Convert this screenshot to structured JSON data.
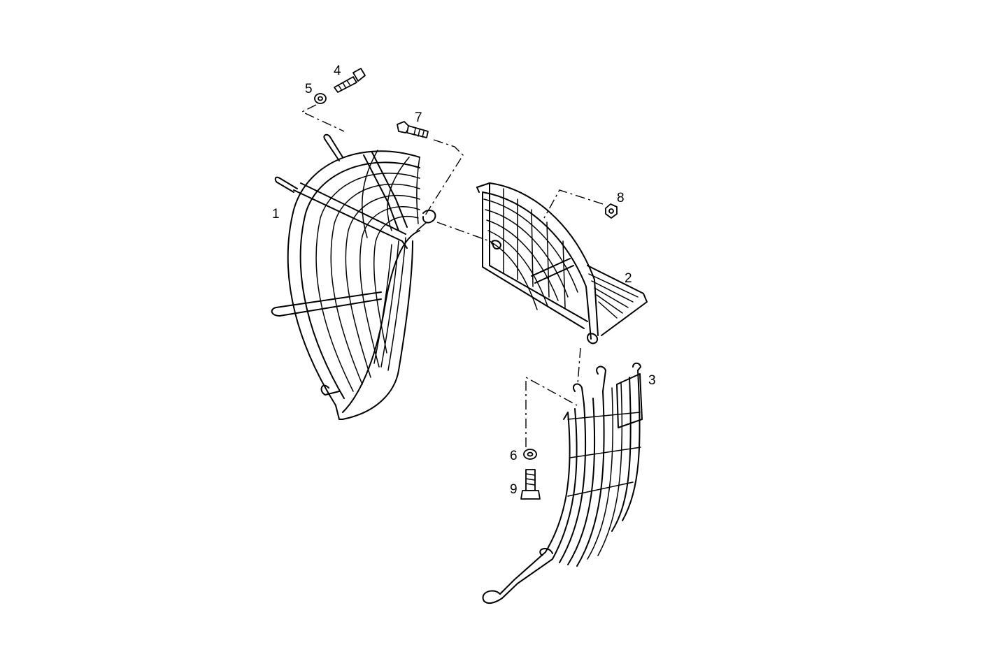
{
  "diagram": {
    "background_color": "#ffffff",
    "line_color": "#000000",
    "callouts": [
      {
        "id": "1",
        "label": "1"
      },
      {
        "id": "2",
        "label": "2"
      },
      {
        "id": "3",
        "label": "3"
      },
      {
        "id": "4",
        "label": "4"
      },
      {
        "id": "5",
        "label": "5"
      },
      {
        "id": "6",
        "label": "6"
      },
      {
        "id": "7",
        "label": "7"
      },
      {
        "id": "8",
        "label": "8"
      },
      {
        "id": "9",
        "label": "9"
      }
    ]
  }
}
